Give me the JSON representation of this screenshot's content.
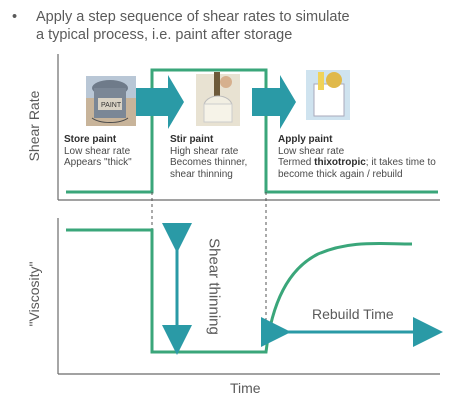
{
  "bullet": {
    "dot": "•",
    "line1": "Apply a step sequence of shear rates to simulate",
    "line2": "a typical process, i.e. paint after storage"
  },
  "top_chart": {
    "ylabel": "Shear Rate",
    "stages": [
      {
        "title": "Store paint",
        "lines": [
          "Low shear rate",
          "Appears \"thick\""
        ]
      },
      {
        "title": "Stir paint",
        "lines": [
          "High shear rate",
          "Becomes thinner,",
          "shear thinning"
        ]
      },
      {
        "title": "Apply paint",
        "lines": [
          "Low shear rate"
        ],
        "line_prefix": "Termed ",
        "bold_word": "thixotropic",
        "line_suffix": "; it takes time to",
        "last_line": "become thick again / rebuild"
      }
    ]
  },
  "bottom_chart": {
    "ylabel": "\"Viscosity\"",
    "xlabel": "Time",
    "shear_thinning_label": "Shear thinning",
    "rebuild_label": "Rebuild Time"
  },
  "colors": {
    "curve": "#3aa67a",
    "arrow": "#2a9aa6",
    "axis": "#6b6b6b"
  },
  "icons": [
    "paint-can-photo",
    "stir-photo",
    "apply-paint-photo"
  ]
}
